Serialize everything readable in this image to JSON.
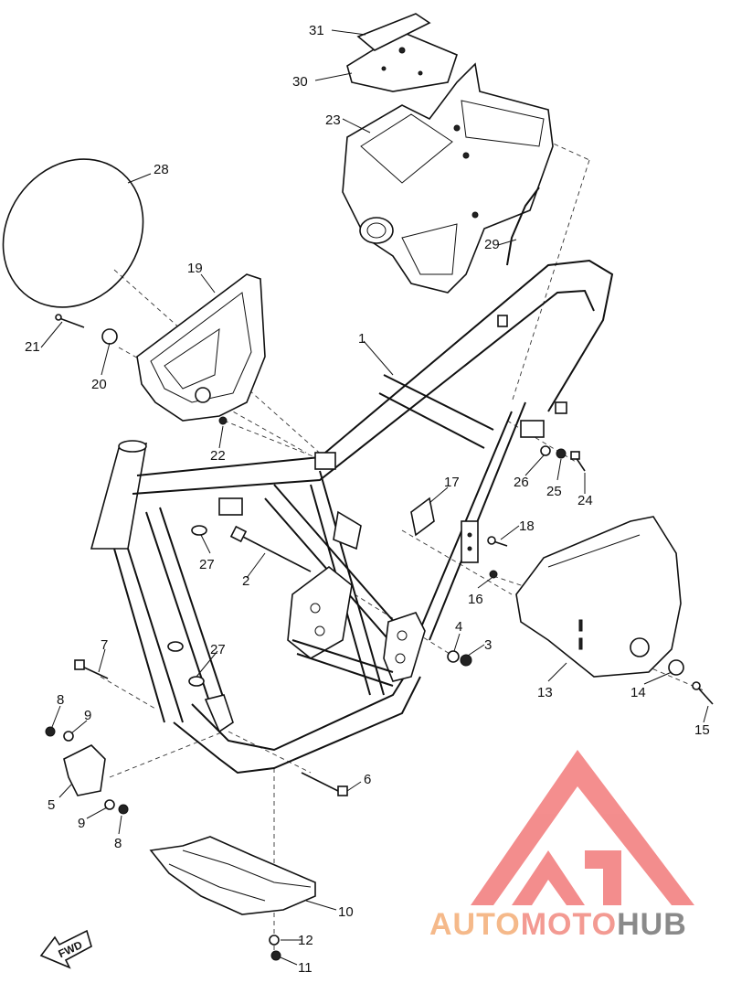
{
  "parts": [
    {
      "id": "p1",
      "label": "1"
    },
    {
      "id": "p2",
      "label": "2"
    },
    {
      "id": "p3",
      "label": "3"
    },
    {
      "id": "p4",
      "label": "4"
    },
    {
      "id": "p5",
      "label": "5"
    },
    {
      "id": "p6",
      "label": "6"
    },
    {
      "id": "p7",
      "label": "7"
    },
    {
      "id": "p8a",
      "label": "8"
    },
    {
      "id": "p8b",
      "label": "8"
    },
    {
      "id": "p9a",
      "label": "9"
    },
    {
      "id": "p9b",
      "label": "9"
    },
    {
      "id": "p10",
      "label": "10"
    },
    {
      "id": "p11",
      "label": "11"
    },
    {
      "id": "p12",
      "label": "12"
    },
    {
      "id": "p13",
      "label": "13"
    },
    {
      "id": "p14",
      "label": "14"
    },
    {
      "id": "p15",
      "label": "15"
    },
    {
      "id": "p16",
      "label": "16"
    },
    {
      "id": "p17",
      "label": "17"
    },
    {
      "id": "p18",
      "label": "18"
    },
    {
      "id": "p19",
      "label": "19"
    },
    {
      "id": "p20",
      "label": "20"
    },
    {
      "id": "p21",
      "label": "21"
    },
    {
      "id": "p22",
      "label": "22"
    },
    {
      "id": "p23",
      "label": "23"
    },
    {
      "id": "p24",
      "label": "24"
    },
    {
      "id": "p25",
      "label": "25"
    },
    {
      "id": "p26",
      "label": "26"
    },
    {
      "id": "p27a",
      "label": "27"
    },
    {
      "id": "p27b",
      "label": "27"
    },
    {
      "id": "p28",
      "label": "28"
    },
    {
      "id": "p29",
      "label": "29"
    },
    {
      "id": "p30",
      "label": "30"
    },
    {
      "id": "p31",
      "label": "31"
    }
  ],
  "fwd_arrow": {
    "label": "FWD"
  },
  "watermark": {
    "part1": "AUTO",
    "part2": "MOTO",
    "part3": "HUB",
    "color1": "#f5b98a",
    "color2": "#f39a92",
    "color3": "#8a8a8a",
    "logo_color": "#f27a7a"
  }
}
